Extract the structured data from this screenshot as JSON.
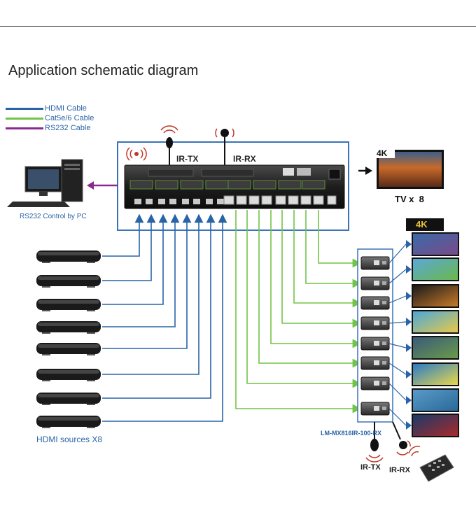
{
  "title": "Application schematic diagram",
  "legend": [
    {
      "label": "HDMI Cable",
      "color": "#2a64a8"
    },
    {
      "label": "Cat5e/6 Cable",
      "color": "#72c447"
    },
    {
      "label": "RS232 Cable",
      "color": "#8a2a8f"
    }
  ],
  "labels": {
    "pc": "RS232 Control by PC",
    "ir_tx_top": "IR-TX",
    "ir_rx_top": "IR-RX",
    "tv": "TV x  8",
    "badge_tv": "4K",
    "badge_rx": "4K",
    "sources": "HDMI sources X8",
    "rx_model": "LM-MX816IR-100-RX",
    "ir_tx_bottom": "IR-TX",
    "ir_rx_bottom": "IR-RX"
  },
  "colors": {
    "hdmi": "#2a64a8",
    "cat": "#72c447",
    "rs232": "#8a2a8f",
    "frame": "#3a73b8"
  }
}
